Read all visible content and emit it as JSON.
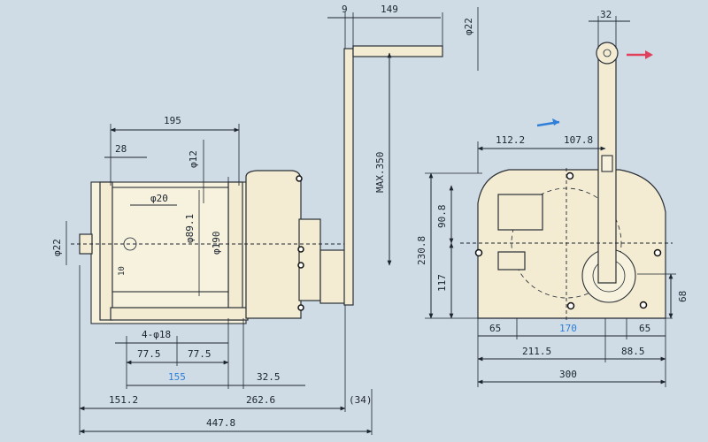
{
  "dimensions": {
    "top_9": "9",
    "top_149": "149",
    "top_phi22": "φ22",
    "top_32": "32",
    "side_195": "195",
    "side_28": "28",
    "side_phi12": "φ12",
    "side_phi20": "φ20",
    "side_phi89": "φ89.1",
    "side_phi190": "φ190",
    "side_phi22": "φ22",
    "side_10": "10",
    "side_4phi18": "4-φ18",
    "side_77_5_a": "77.5",
    "side_77_5_b": "77.5",
    "side_155": "155",
    "side_32_5": "32.5",
    "side_151_2": "151.2",
    "side_262_6": "262.6",
    "side_34": "(34)",
    "side_447_8": "447.8",
    "handle_max350": "MAX.350",
    "front_112_2": "112.2",
    "front_107_8": "107.8",
    "front_90_8": "90.8",
    "front_230_8": "230.8",
    "front_117": "117",
    "front_68": "68",
    "front_65_a": "65",
    "front_170": "170",
    "front_65_b": "65",
    "front_211_5": "211.5",
    "front_88_5": "88.5",
    "front_300": "300"
  },
  "colors": {
    "background": "#cfdce6",
    "blue_arrow": "#2f7fd8",
    "red_arrow": "#e0405a",
    "part_fill": "#f3ecd2"
  }
}
